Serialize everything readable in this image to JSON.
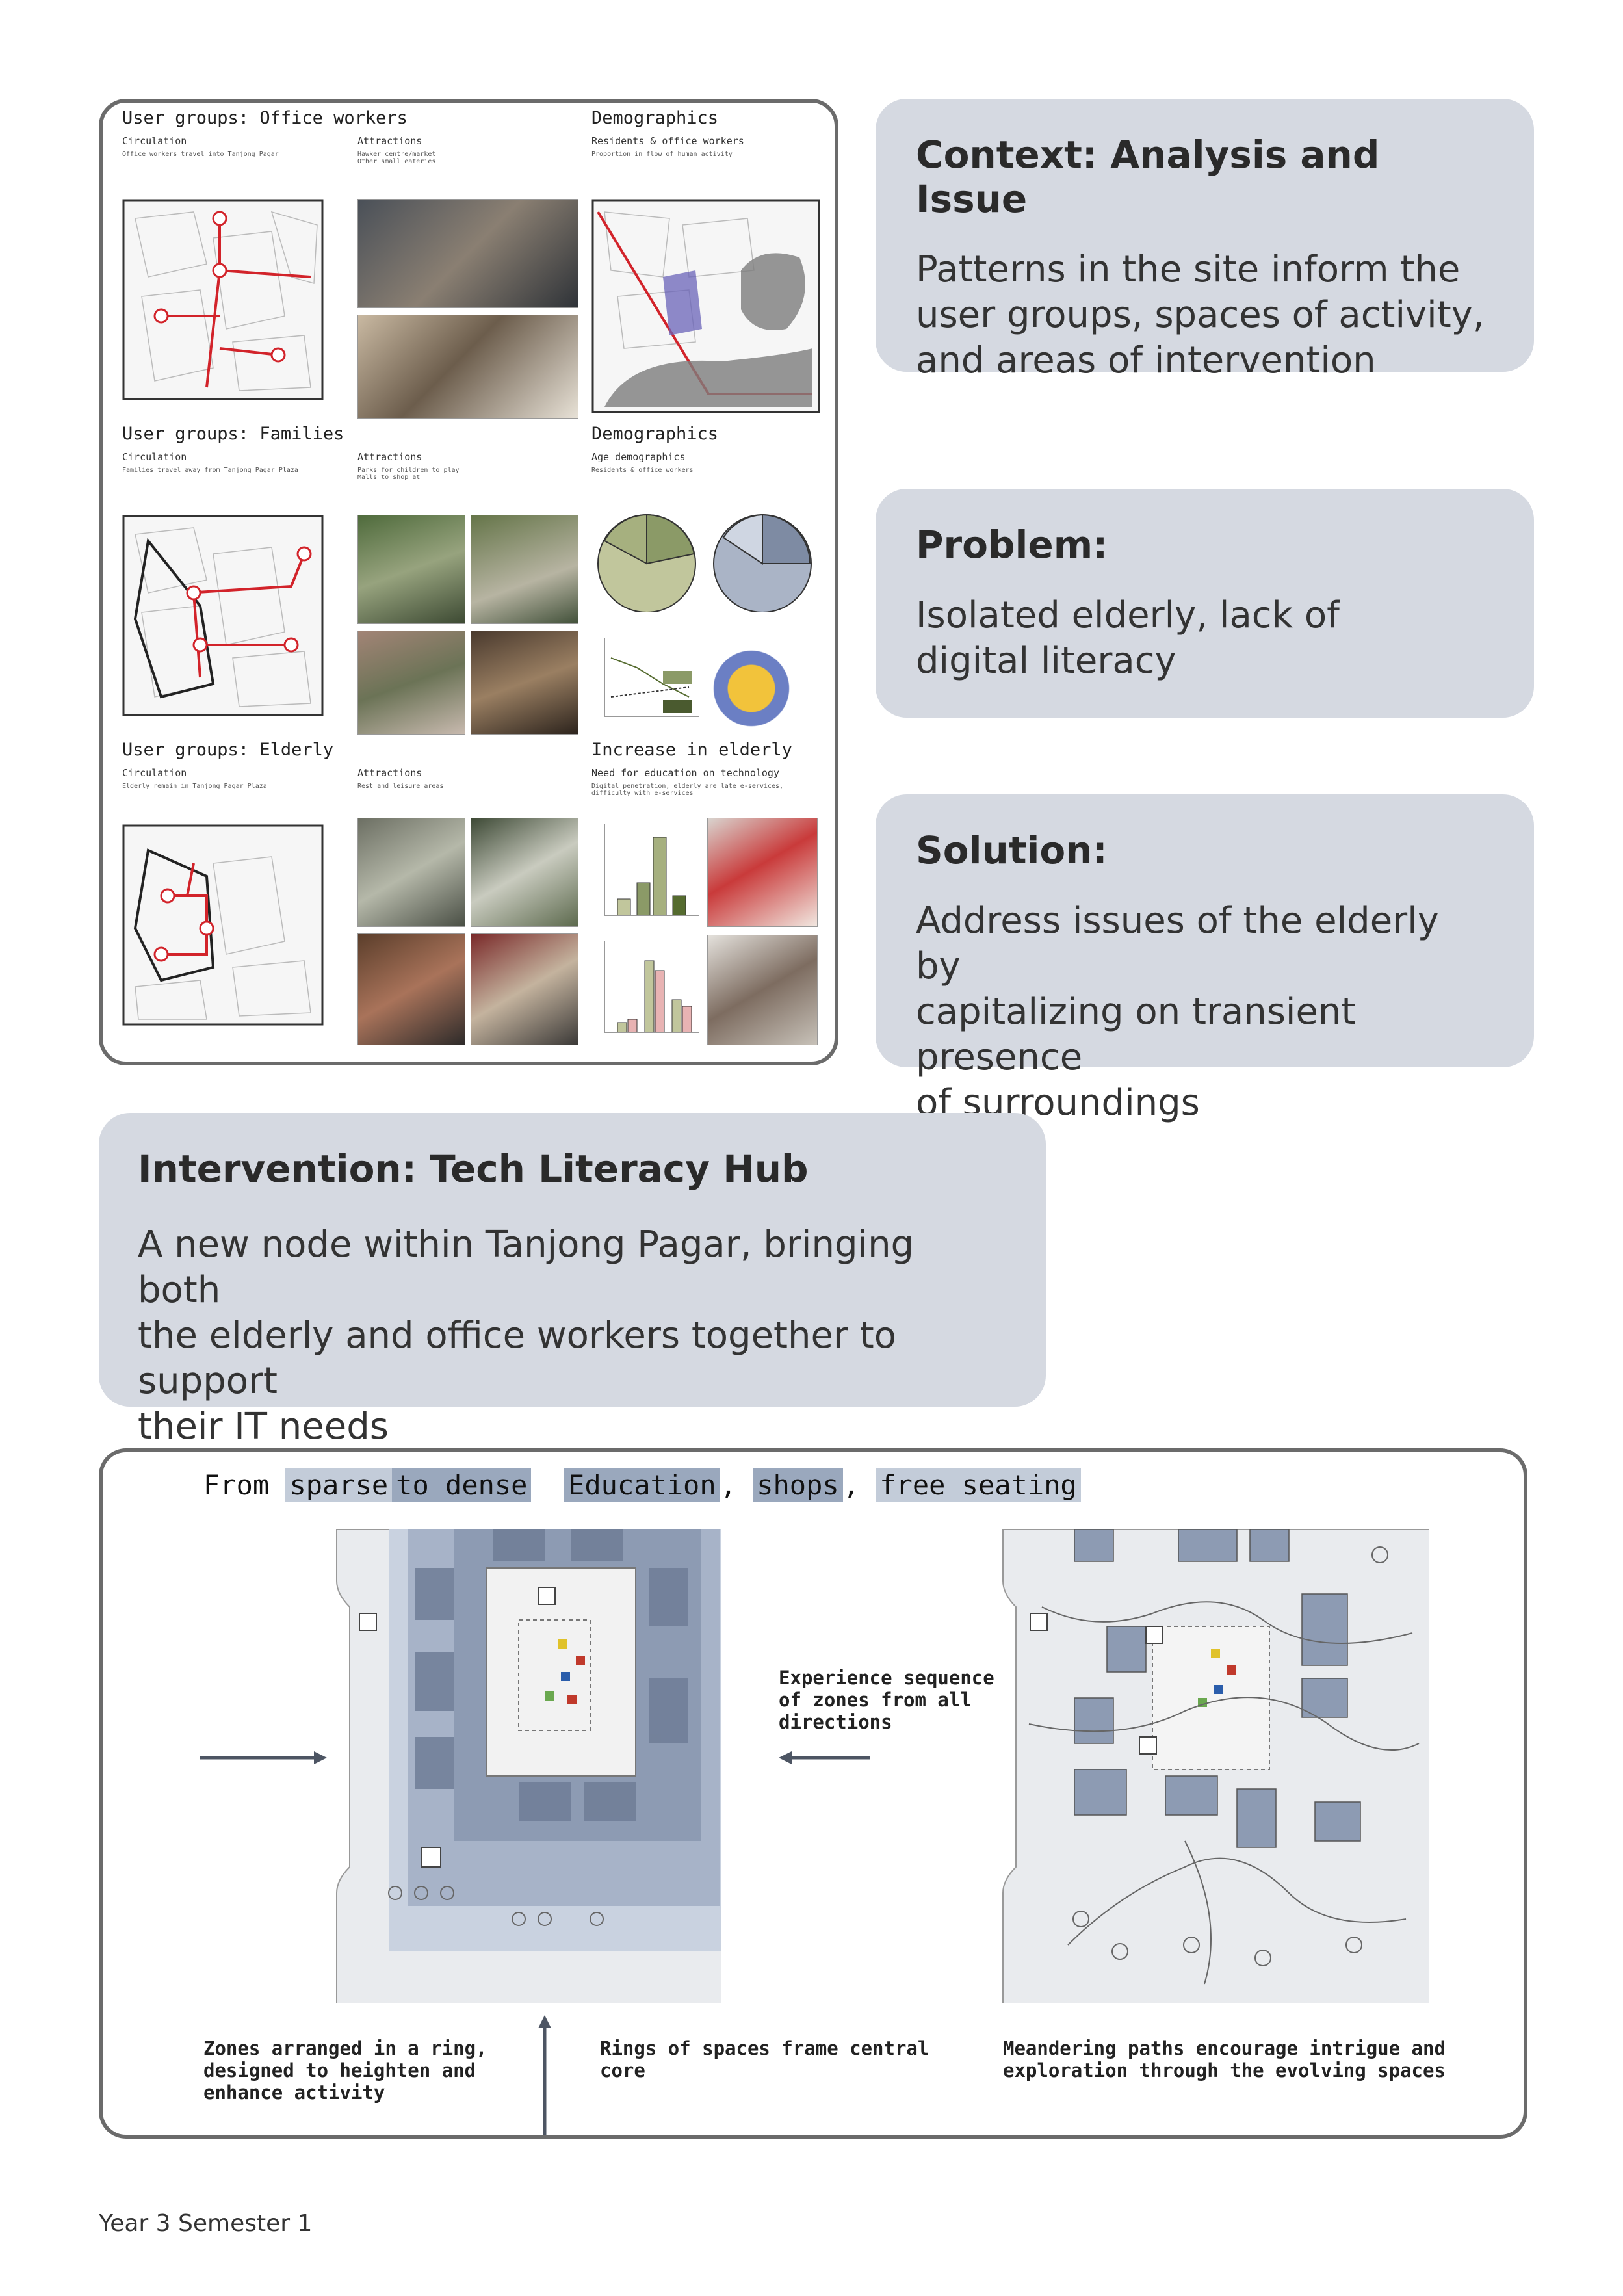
{
  "analysis": {
    "rows": [
      {
        "title": "User groups: Office workers",
        "circ_label": "Circulation",
        "circ_note": "Office workers travel into Tanjong Pagar",
        "attr_label": "Attractions",
        "attr_note": "Hawker centre/market\nOther small eateries",
        "demo_title": "Demographics",
        "demo_sub": "Residents & office workers",
        "demo_note": "Proportion in flow of human activity"
      },
      {
        "title": "User groups: Families",
        "circ_label": "Circulation",
        "circ_note": "Families travel away from Tanjong Pagar Plaza",
        "attr_label": "Attractions",
        "attr_note": "Parks for children to play\nMalls to shop at",
        "demo_title": "Demographics",
        "demo_sub": "Age demographics",
        "demo_note": "Residents & office workers"
      },
      {
        "title": "User groups: Elderly",
        "circ_label": "Circulation",
        "circ_note": "Elderly remain in Tanjong Pagar Plaza",
        "attr_label": "Attractions",
        "attr_note": "Rest and leisure areas",
        "demo_title": "Increase in elderly",
        "demo_sub": "Need for education on technology",
        "demo_note": "Digital penetration, elderly are late e-services, difficulty with e-services"
      }
    ]
  },
  "cards": {
    "context": {
      "title": "Context: Analysis and Issue",
      "line1": "Patterns in the site inform the",
      "line2": "user groups, spaces of activity,",
      "line3": "and areas of intervention"
    },
    "problem": {
      "title": "Problem:",
      "line1": "Isolated elderly, lack of",
      "line2": "digital literacy"
    },
    "solution": {
      "title": "Solution:",
      "line1": "Address issues of the elderly by",
      "line2": "capitalizing on transient presence",
      "line3": "of surroundings"
    },
    "intervention": {
      "title": "Intervention: Tech Literacy Hub",
      "line1": "A new node within Tanjong Pagar, bringing both",
      "line2": "the elderly and office workers together to support",
      "line3": "their IT needs"
    }
  },
  "concept": {
    "from": "From",
    "sparse": "sparse",
    "to_dense": "to dense",
    "education": "Education",
    "comma1": ",",
    "shops": "shops",
    "comma2": ",",
    "free_seating": "free seating",
    "experience_1": "Experience sequence",
    "experience_2": "of zones from all",
    "experience_3": "directions",
    "cap1_1": "Zones arranged in a ring,",
    "cap1_2": "designed to heighten and",
    "cap1_3": "enhance activity",
    "cap2_1": "Rings of spaces frame central",
    "cap2_2": "core",
    "cap3_1": "Meandering paths encourage intrigue and",
    "cap3_2": "exploration through the evolving spaces"
  },
  "footer": "Year 3 Semester 1",
  "colors": {
    "card_bg": "#d5d9e1",
    "panel_border": "#6b6b6b",
    "accent_red": "#d2232a",
    "plan_blue": "#8d9bb3",
    "highlight": "#c3ccd9"
  }
}
